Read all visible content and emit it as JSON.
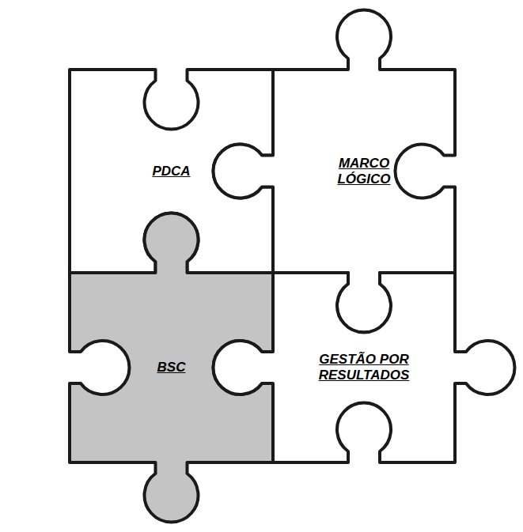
{
  "diagram": {
    "nodes": [
      {
        "text": [
          "PDCA"
        ]
      },
      {
        "text": [
          "MARCO LÓGICO"
        ]
      },
      {
        "text": [
          "BSC"
        ]
      },
      {
        "text": [
          "GESTÃO POR RESULTADOS"
        ]
      }
    ]
  }
}
